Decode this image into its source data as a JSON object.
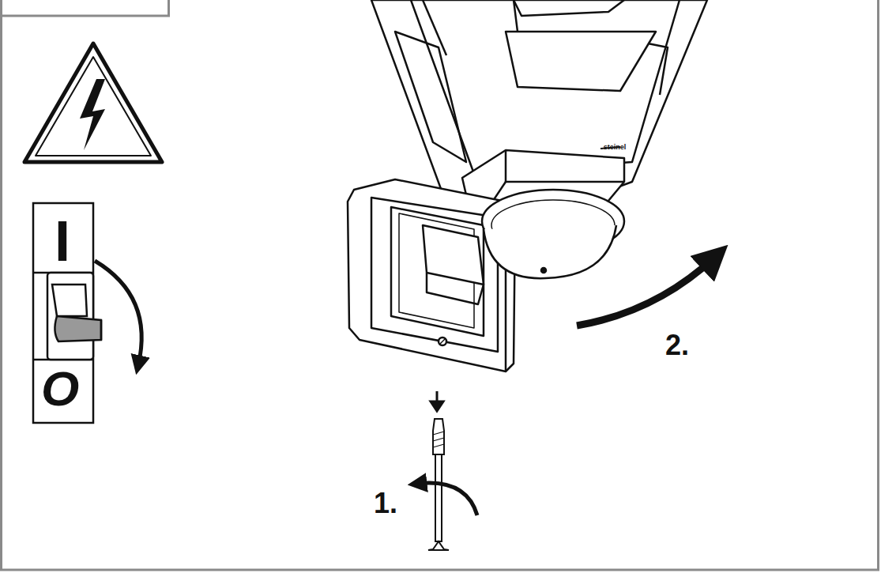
{
  "diagram": {
    "labels": [
      "I",
      "O",
      "1.",
      "2.",
      "steinel"
    ]
  }
}
